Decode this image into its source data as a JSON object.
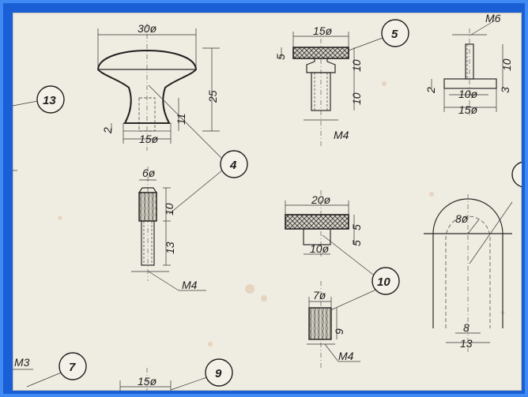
{
  "balloons": {
    "b13": "13",
    "b4": "4",
    "b5": "5",
    "b10": "10",
    "b7": "7",
    "b9": "9"
  },
  "labels": {
    "dia30": "30ø",
    "dia15_knob": "15ø",
    "h25": "25",
    "h11": "11",
    "h2": "2",
    "dia6": "6ø",
    "h10_dowel": "10",
    "h13_dowel": "13",
    "m4_dowel": "M4",
    "dia15_p5": "15ø",
    "h5_p5": "5",
    "h10_p5a": "10",
    "h10_p5b": "10",
    "m4_p5": "M4",
    "dia20": "20ø",
    "h5_p10a": "5",
    "h5_p10b": "5",
    "dia10": "10ø",
    "dia7": "7ø",
    "h9": "9",
    "m4_p10": "M4",
    "m3": "M3",
    "dia15_bottom": "15ø",
    "m6": "M6",
    "h10_tr": "10",
    "h3_tr": "3",
    "h2_tr": "2",
    "dia10_tr": "10ø",
    "dia15_tr": "15ø",
    "r8": "8ø",
    "w8": "8",
    "w13": "13"
  }
}
